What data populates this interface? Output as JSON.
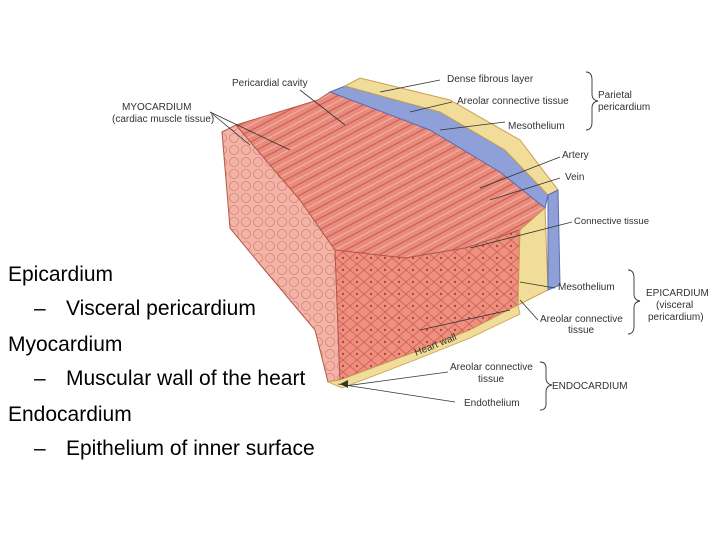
{
  "diagram": {
    "labels": {
      "pericardial_cavity": "Pericardial cavity",
      "myocardium": "MYOCARDIUM",
      "myocardium_sub": "(cardiac muscle tissue)",
      "dense_fibrous_layer": "Dense fibrous layer",
      "areolar_ct_top": "Areolar connective tissue",
      "mesothelium_top": "Mesothelium",
      "parietal_pericardium_1": "Parietal",
      "parietal_pericardium_2": "pericardium",
      "artery": "Artery",
      "vein": "Vein",
      "connective_tissue": "Connective tissue",
      "mesothelium_epi": "Mesothelium",
      "areolar_ct_epi_1": "Areolar connective",
      "areolar_ct_epi_2": "tissue",
      "epicardium_1": "EPICARDIUM",
      "epicardium_2": "(visceral",
      "epicardium_3": "pericardium)",
      "heart_wall": "Heart wall",
      "areolar_ct_endo_1": "Areolar connective",
      "areolar_ct_endo_2": "tissue",
      "endothelium": "Endothelium",
      "endocardium": "ENDOCARDIUM"
    }
  },
  "bullets": [
    {
      "title": "Epicardium",
      "sub": "Visceral pericardium"
    },
    {
      "title": "Myocardium",
      "sub": "Muscular wall of the heart"
    },
    {
      "title": "Endocardium",
      "sub": "Epithelium of inner surface"
    }
  ],
  "colors": {
    "muscle": "#e8887a",
    "muscle_dark": "#c9584c",
    "serous_blue": "#8f9fd8",
    "fibrous": "#f1dc9a",
    "endo_pink": "#f2b3a8"
  }
}
